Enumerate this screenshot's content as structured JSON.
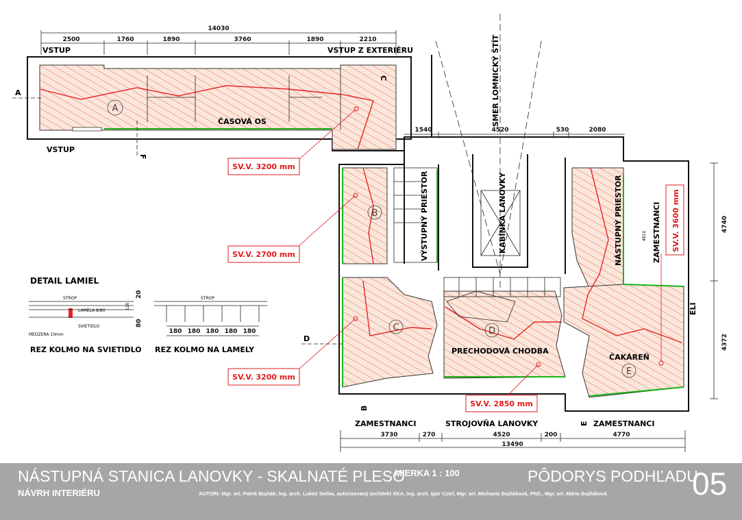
{
  "dimensions": {
    "top_total": "14030",
    "top_segments": [
      "2500",
      "1760",
      "1890",
      "3760",
      "1890",
      "2210"
    ],
    "mid_segments": [
      "1540",
      "4520",
      "530",
      "2080"
    ],
    "bottom_segments": [
      "3730",
      "270",
      "4520",
      "200",
      "4770"
    ],
    "bottom_total": "13490",
    "right_segments": [
      "4740",
      "4372"
    ],
    "inner_4810": "4810",
    "detail_180": [
      "180",
      "180",
      "180",
      "180",
      "180"
    ],
    "detail_20": "20",
    "detail_120": "120",
    "detail_80": "80"
  },
  "labels": {
    "vstup_top": "VSTUP",
    "vstup_exterier": "VSTUP Z EXTERIÉRU",
    "vstup_bottom": "VSTUP",
    "casova_os": "ČASOVÁ OS",
    "smer": "SMER LOMNICKÝ ŠTÍT",
    "kabinka": "KABÍNKA LANOVKY",
    "vystupny": "VÝSTUPNÝ PRIESTOR",
    "nastupny": "NÁSTUPNÝ PRIESTOR",
    "zamestnanci_right": "ZAMESTNANCI",
    "elí": "ELI",
    "prechodova": "PRECHODOVÁ CHODBA",
    "cakaren": "ČAKÁREŇ",
    "zamestnanci_bl": "ZAMESTNANCI",
    "strojovna": "STROJOVŇA LANOVKY",
    "zamestnanci_br": "ZAMESTNANCI",
    "detail_title": "DETAIL LAMIEL",
    "rez1": "REZ KOLMO NA SVIETIDLO",
    "rez2": "REZ KOLMO NA LAMELY",
    "strop1": "STROP",
    "strop2": "STROP",
    "lamela": "LAMELA 8/80",
    "svietidlo": "SVIETIDLO",
    "medzera": "MEDZERA 10mm"
  },
  "sections": {
    "A": "A",
    "B": "B",
    "C": "C",
    "D": "D",
    "E": "E",
    "F": "F"
  },
  "zones": {
    "A": "A",
    "B": "B",
    "C": "C",
    "D": "D",
    "E": "E"
  },
  "heights": {
    "a": "SV.V. 3200 mm",
    "b": "SV.V. 2700 mm",
    "c": "SV.V. 3200 mm",
    "d": "SV.V. 2850 mm",
    "e": "SV.V. 3600 mm"
  },
  "title_block": {
    "title": "NÁSTUPNÁ STANICA LANOVKY - SKALNATÉ PLESO",
    "subtitle": "NÁVRH INTERIÉRU",
    "scale": "MIERKA   1 : 100",
    "sheet_title": "PÔDORYS PODHĽADU",
    "sheet_number": "05",
    "authors": "AUTORI:  Mgr. art. Patrik Bujňák, Ing. arch. Lukáš Sečka, autorizovaný architekt SKA, Ing. arch. Igor Cziel, Mgr. art. Michaela Bujňáková, PhD., Mgr. art. Mária Bujňáková"
  },
  "colors": {
    "hatch": "#e36a4a",
    "red_line": "#e8231f",
    "green_line": "#19b319",
    "title_bar": "#a6a6a6"
  }
}
